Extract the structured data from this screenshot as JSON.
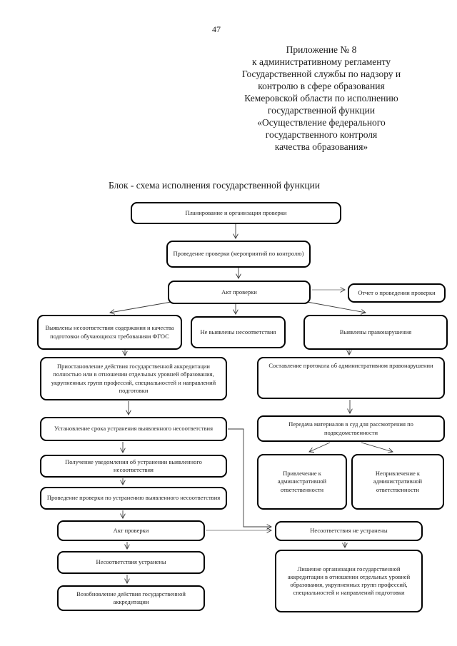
{
  "page": {
    "number": "47"
  },
  "header": {
    "lines": [
      "Приложение № 8",
      "к административному регламенту",
      "Государственной службы по надзору и",
      "контролю в сфере образования",
      "Кемеровской области по исполнению",
      "государственной функции",
      "«Осуществление федерального",
      "государственного контроля",
      "качества образования»"
    ]
  },
  "title": "Блок - схема исполнения государственной функции",
  "colors": {
    "background": "#ffffff",
    "box_border": "#000000",
    "text": "#1a1a1a",
    "connector": "#3a3a3a",
    "connector_secondary": "#8f8f8f"
  },
  "flowchart": {
    "nodes": {
      "planning": "Планирование и организация проверки",
      "inspection": "Проведение проверки (мероприятий по контролю)",
      "act_1": "Акт проверки",
      "report": "Отчет о проведении проверки",
      "found_nonconformity": "Выявлены несоответствия содержания и качества подготовки обучающихся требованиям ФГОС",
      "no_nonconformity": "Не выявлены несоответствия",
      "violations": "Выявлены правонарушения",
      "suspension": "Приостановление действия государственной аккредитации полностью или в отношении отдельных уровней образования, укрупненных групп профессий, специальностей и направлений подготовки",
      "protocol": "Составление протокола об административном правонарушении",
      "deadline": "Установление срока устранения выявленного несоответствия",
      "court": "Передача материалов в суд для рассмотрения по подведомственности",
      "notice": "Получение уведомления об устранении выявленного несоответствия",
      "liability": "Привлечение к административной ответственности",
      "no_liability": "Непривлечение к административной ответственности",
      "recheck": "Проведение проверки по устранению выявленного несоответствия",
      "act_2": "Акт проверки",
      "not_fixed": "Несоответствия не устранены",
      "fixed": "Несоответствия устранены",
      "revocation": "Лишение организации государственной аккредитации в отношении отдельных уровней образования, укрупненных групп профессий, специальностей и направлений подготовки",
      "resumption": "Возобновление действия государственной аккредитации"
    },
    "edges": [
      {
        "from": "planning",
        "to": "inspection"
      },
      {
        "from": "inspection",
        "to": "act_1"
      },
      {
        "from": "act_1",
        "to": "report"
      },
      {
        "from": "act_1",
        "to": "found_nonconformity"
      },
      {
        "from": "act_1",
        "to": "no_nonconformity"
      },
      {
        "from": "act_1",
        "to": "violations"
      },
      {
        "from": "found_nonconformity",
        "to": "suspension"
      },
      {
        "from": "violations",
        "to": "protocol"
      },
      {
        "from": "suspension",
        "to": "deadline"
      },
      {
        "from": "protocol",
        "to": "court"
      },
      {
        "from": "deadline",
        "to": "notice"
      },
      {
        "from": "deadline",
        "to": "not_fixed"
      },
      {
        "from": "court",
        "to": "liability"
      },
      {
        "from": "court",
        "to": "no_liability"
      },
      {
        "from": "notice",
        "to": "recheck"
      },
      {
        "from": "recheck",
        "to": "act_2"
      },
      {
        "from": "act_2",
        "to": "not_fixed"
      },
      {
        "from": "act_2",
        "to": "fixed"
      },
      {
        "from": "not_fixed",
        "to": "revocation"
      },
      {
        "from": "fixed",
        "to": "resumption"
      }
    ]
  }
}
